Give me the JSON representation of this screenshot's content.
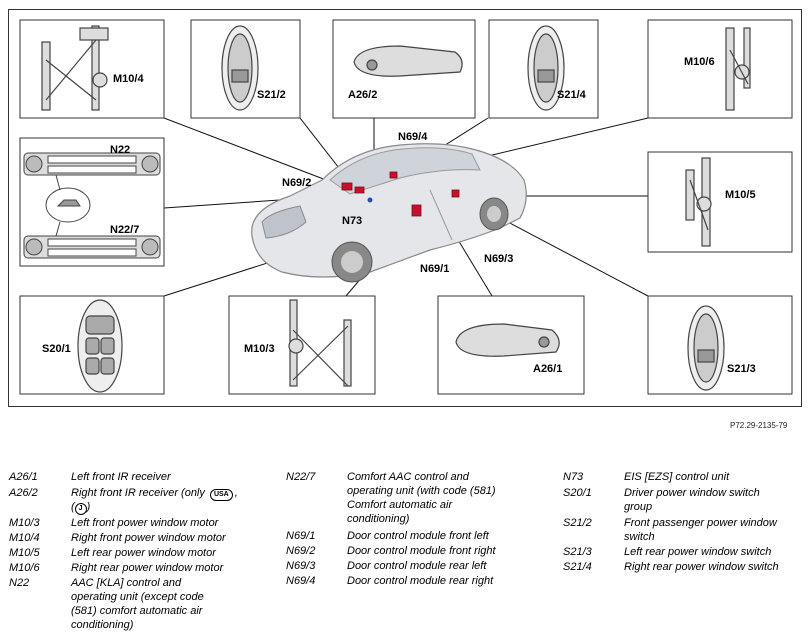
{
  "figure_id": "P72.29-2135-79",
  "callouts": {
    "m104": "M10/4",
    "s212": "S21/2",
    "a262": "A26/2",
    "s214": "S21/4",
    "m106": "M10/6",
    "n22": "N22",
    "n227": "N22/7",
    "m105": "M10/5",
    "n694": "N69/4",
    "n692": "N69/2",
    "n73": "N73",
    "n691": "N69/1",
    "n693": "N69/3",
    "s201": "S20/1",
    "m103": "M10/3",
    "a261": "A26/1",
    "s213": "S21/3"
  },
  "legend": {
    "col1": [
      {
        "code": "A26/1",
        "desc": "Left front IR receiver"
      },
      {
        "code": "A26/2",
        "desc": "Right front IR receiver (only",
        "badge1": "USA",
        "desc_tail": ",",
        "badge2": "J",
        "desc_end": ")"
      },
      {
        "code": "M10/3",
        "desc": "Left front power window motor"
      },
      {
        "code": "M10/4",
        "desc": "Right front power window motor"
      },
      {
        "code": "M10/5",
        "desc": "Left rear power window motor"
      },
      {
        "code": "M10/6",
        "desc": "Right rear power window motor"
      },
      {
        "code": "N22",
        "desc_lines": [
          "AAC [KLA] control and",
          "operating unit (except code",
          "(581) comfort automatic air",
          "conditioning)"
        ]
      }
    ],
    "col2": [
      {
        "code": "N22/7",
        "desc_lines": [
          "Comfort AAC control and",
          "operating unit (with code (581)",
          "Comfort automatic air",
          "conditioning)"
        ]
      },
      {
        "code": "N69/1",
        "desc": "Door control module front left"
      },
      {
        "code": "N69/2",
        "desc": "Door control module front right"
      },
      {
        "code": "N69/3",
        "desc": "Door control module rear left"
      },
      {
        "code": "N69/4",
        "desc": "Door control module rear right"
      }
    ],
    "col3": [
      {
        "code": "N73",
        "desc": "EIS [EZS] control unit"
      },
      {
        "code": "S20/1",
        "desc_lines": [
          "Driver power window switch",
          "group"
        ]
      },
      {
        "code": "S21/2",
        "desc_lines": [
          "Front passenger power window",
          "switch"
        ]
      },
      {
        "code": "S21/3",
        "desc": "Left rear power window switch"
      },
      {
        "code": "S21/4",
        "desc": "Right rear power window switch"
      }
    ]
  }
}
